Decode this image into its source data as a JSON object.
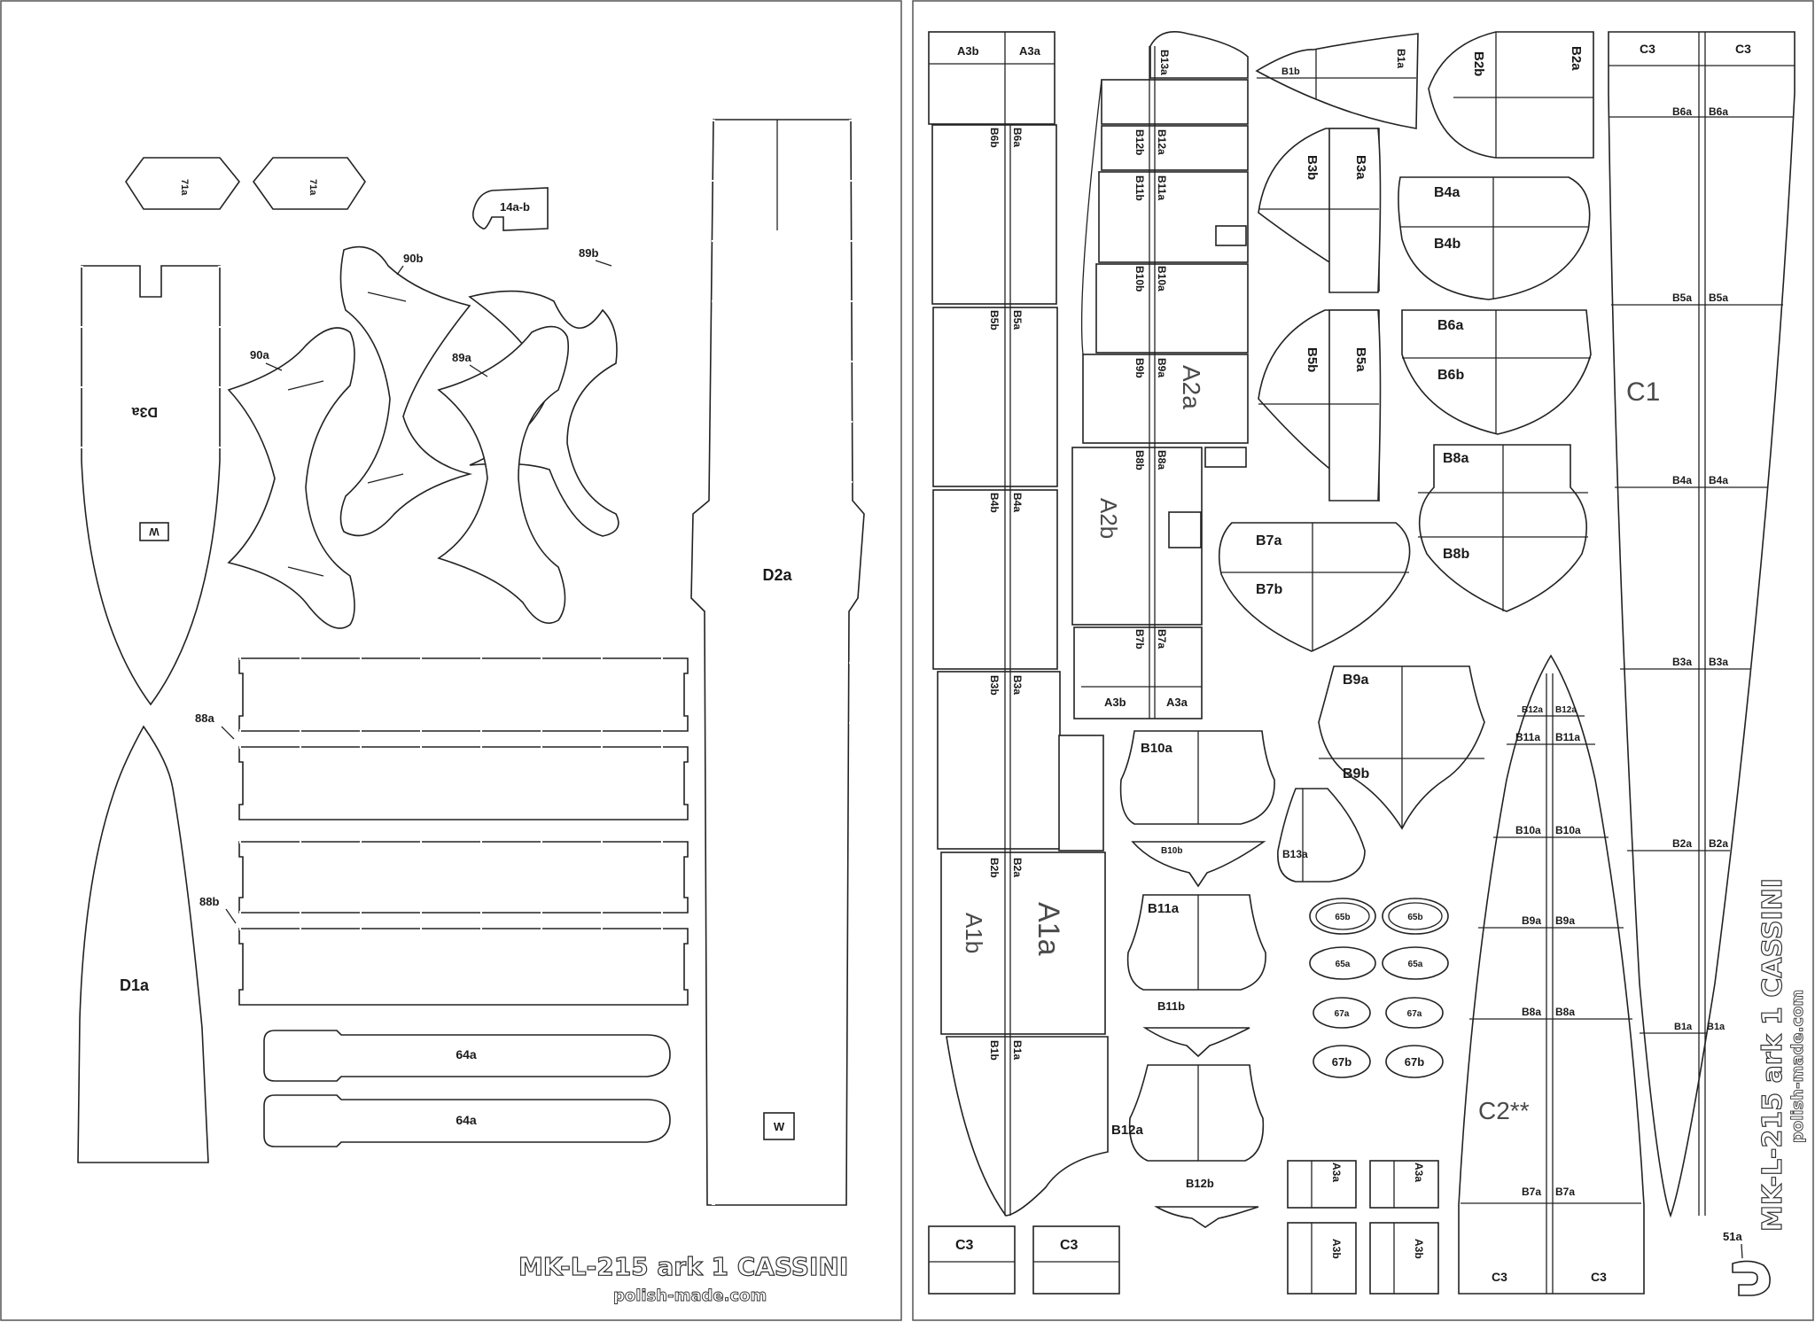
{
  "sheet_left": {
    "title": "MK-L-215 ark 1  CASSINI",
    "site": "polish-made.com",
    "parts": {
      "p71a_1": "71a",
      "p71a_2": "71a",
      "p14ab": "14a-b",
      "p90b": "90b",
      "p90a": "90a",
      "p89b": "89b",
      "p89a": "89a",
      "pD3a": "D3a",
      "pW1": "W",
      "pD2a": "D2a",
      "pW2": "W",
      "p88a": "88a",
      "p88b": "88b",
      "pD1a": "D1a",
      "p64a_1": "64a",
      "p64a_2": "64a"
    }
  },
  "sheet_right": {
    "title": "MK-L-215 ark 1 CASSINI",
    "site": "polish-made.com",
    "parts": {
      "A3b_t": "A3b",
      "A3a_t": "A3a",
      "B6b": "B6b",
      "B6a": "B6a",
      "B5b": "B5b",
      "B5a": "B5a",
      "B4b": "B4b",
      "B4a": "B4a",
      "B3b": "B3b",
      "B3a": "B3a",
      "B2b": "B2b",
      "B2a": "B2a",
      "A1b": "A1b",
      "A1a": "A1a",
      "B1b": "B1b",
      "B1a": "B1a",
      "C3_l1": "C3",
      "C3_l2": "C3",
      "B13a": "B13a",
      "B12b": "B12b",
      "B12a": "B12a",
      "B11b": "B11b",
      "B11a": "B11a",
      "B10b": "B10b",
      "B10a": "B10a",
      "B9b": "B9b",
      "B9a": "B9a",
      "A2a": "A2a",
      "B8b": "B8b",
      "B8a": "B8a",
      "A2b": "A2b",
      "B7b": "B7b",
      "B7a": "B7a",
      "A3b_m": "A3b",
      "A3a_m": "A3a",
      "nB1b": "B1b",
      "nB1a": "B1a",
      "pB3b": "B3b",
      "pB3a": "B3a",
      "pB5b": "B5b",
      "pB5a": "B5a",
      "pB2b": "B2b",
      "pB2a": "B2a",
      "pB4a": "B4a",
      "pB4b": "B4b",
      "pB6a": "B6a",
      "pB6b": "B6b",
      "pB8a": "B8a",
      "pB8b": "B8b",
      "pB7a": "B7a",
      "pB7b": "B7b",
      "pB9a": "B9a",
      "pB9b": "B9b",
      "pB10a": "B10a",
      "pB10b": "B10b",
      "pB13a": "B13a",
      "pB11a": "B11a",
      "pB11b": "B11b",
      "pB12a": "B12a",
      "pB12b": "B12b",
      "e65b_1": "65b",
      "e65b_2": "65b",
      "e65a_1": "65a",
      "e65a_2": "65a",
      "e67a_1": "67a",
      "e67a_2": "67a",
      "e67b_1": "67b",
      "e67b_2": "67b",
      "A3a_b1": "A3a",
      "A3a_b2": "A3a",
      "A3b_b1": "A3b",
      "A3b_b2": "A3b",
      "C2": "C2**",
      "c2_B12a_1": "B12a",
      "c2_B12a_2": "B12a",
      "c2_B11a_1": "B11a",
      "c2_B11a_2": "B11a",
      "c2_B10a_1": "B10a",
      "c2_B10a_2": "B10a",
      "c2_B9a_1": "B9a",
      "c2_B9a_2": "B9a",
      "c2_B8a_1": "B8a",
      "c2_B8a_2": "B8a",
      "c2_B7a_1": "B7a",
      "c2_B7a_2": "B7a",
      "c2_C3_1": "C3",
      "c2_C3_2": "C3",
      "C3_r1": "C3",
      "C3_r2": "C3",
      "C1": "C1",
      "c1_B6a_1": "B6a",
      "c1_B6a_2": "B6a",
      "c1_B5a_1": "B5a",
      "c1_B5a_2": "B5a",
      "c1_B4a_1": "B4a",
      "c1_B4a_2": "B4a",
      "c1_B3a_1": "B3a",
      "c1_B3a_2": "B3a",
      "c1_B2a_1": "B2a",
      "c1_B2a_2": "B2a",
      "c1_B1a_1": "B1a",
      "c1_B1a_2": "B1a",
      "p51a": "51a"
    }
  }
}
